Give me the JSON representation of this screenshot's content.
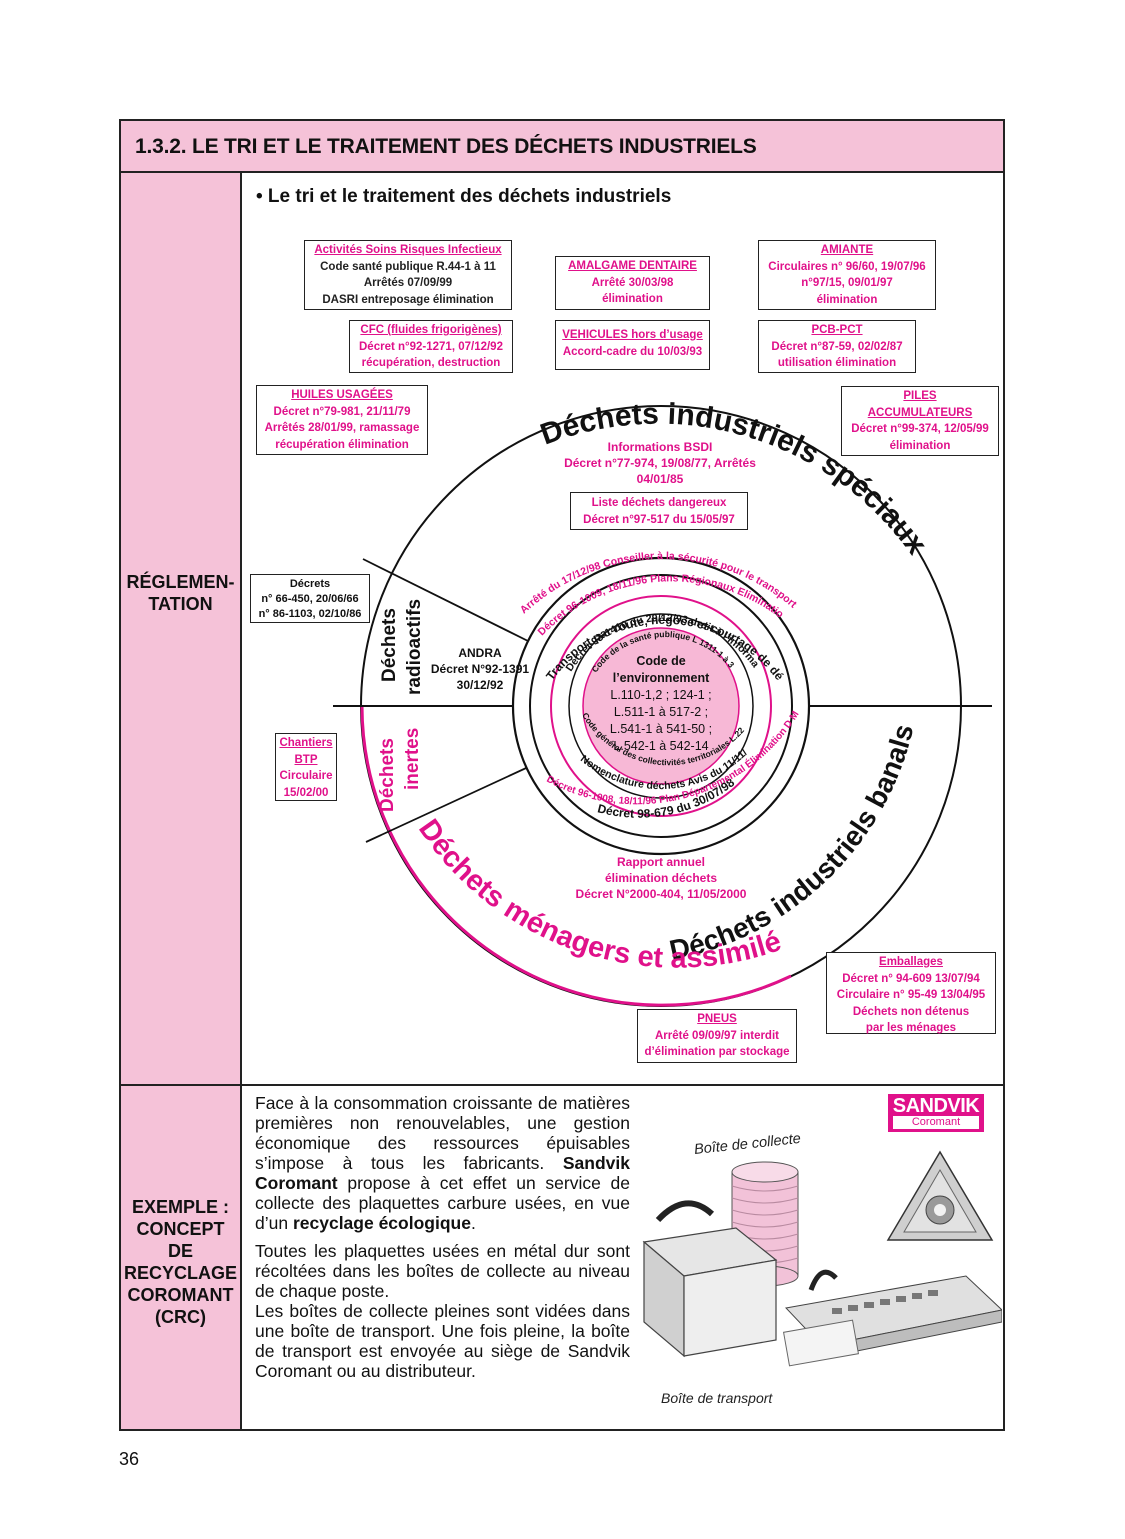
{
  "header": {
    "title": "1.3.2. LE TRI ET LE TRAITEMENT DES DÉCHETS INDUSTRIELS"
  },
  "sections": {
    "reglementation": {
      "label_1": "RÉGLEMEN-",
      "label_2": "TATION"
    },
    "exemple": {
      "label_lines": [
        "EXEMPLE :",
        "CONCEPT",
        "DE",
        "RECYCLAGE",
        "COROMANT",
        "(CRC)"
      ]
    }
  },
  "diagram": {
    "bullet_title": "• Le tri et le traitement des déchets industriels",
    "boxes": {
      "soins": {
        "title": "Activités Soins Risques Infectieux",
        "lines": [
          "Code santé publique R.44-1 à 11",
          "Arrêtés 07/09/99",
          "DASRI entreposage élimination"
        ]
      },
      "amalgame": {
        "title": "AMALGAME DENTAIRE",
        "lines": [
          "Arrêté 30/03/98",
          "élimination"
        ]
      },
      "amiante": {
        "title": "AMIANTE",
        "lines": [
          "Circulaires n° 96/60, 19/07/96",
          "n°97/15, 09/01/97",
          "élimination"
        ]
      },
      "cfc": {
        "title": "CFC (fluides frigorigènes)",
        "lines": [
          "Décret n°92-1271, 07/12/92",
          "récupération, destruction"
        ]
      },
      "vehicules": {
        "title": "VEHICULES hors d’usage",
        "lines": [
          "Accord-cadre du 10/03/93"
        ]
      },
      "pcb": {
        "title": "PCB-PCT",
        "lines": [
          "Décret n°87-59, 02/02/87",
          "utilisation élimination"
        ]
      },
      "huiles": {
        "title": "HUILES USAGÉES",
        "lines": [
          "Décret n°79-981, 21/11/79",
          "Arrêtés 28/01/99, ramassage",
          "récupération élimination"
        ]
      },
      "piles": {
        "title_1": "PILES",
        "title_2": "ACCUMULATEURS",
        "lines": [
          "Décret n°99-374, 12/05/99",
          "élimination"
        ]
      },
      "decrets": {
        "lines": [
          "Décrets",
          "n° 66-450, 20/06/66",
          "n° 86-1103, 02/10/86"
        ]
      },
      "chantiers": {
        "title_1": "Chantiers",
        "title_2": "BTP",
        "lines": [
          "Circulaire",
          "15/02/00"
        ]
      },
      "emballages": {
        "title": "Emballages",
        "lines": [
          "Décret n° 94-609 13/07/94",
          "Circulaire n° 95-49 13/04/95",
          "Déchets non détenus",
          "par les ménages"
        ]
      },
      "pneus": {
        "title": "PNEUS",
        "lines": [
          "Arrêté 09/09/97 interdit",
          "d’élimination par stockage"
        ]
      },
      "liste": {
        "lines": [
          "Liste déchets dangereux",
          "Décret n°97-517 du 15/05/97"
        ]
      }
    },
    "inner_texts": {
      "bsdi": [
        "Informations BSDI",
        "Décret n°77-974, 19/08/77, Arrêtés",
        "04/01/85"
      ],
      "andra": [
        "ANDRA",
        "Décret N°92-1391",
        "30/12/92"
      ],
      "rapport": [
        "Rapport annuel",
        "élimination déchets",
        "Décret N°2000-404, 11/05/2000"
      ],
      "center": {
        "title_1": "Code de",
        "title_2": "l’environnement",
        "lines": [
          "L.110-1,2 ; 124-1 ;",
          "L.511-1 à 517-2 ;",
          "L.541-1 à 541-50 ;",
          "L.542-1 à 542-14"
        ]
      }
    },
    "sector_labels": {
      "speciaux": "Déchets industriels spéciaux",
      "banals": "Déchets industriels banals",
      "menagers": "Déchets ménagers et assimilés",
      "radioactifs_1": "Déchets",
      "radioactifs_2": "radioactifs",
      "inertes_1": "Déchets",
      "inertes_2": "inertes"
    },
    "ring_texts": {
      "conseiller": "Arrêté du 17/12/98 Conseiller à la sécurité pour le transport",
      "plans_dis": "Décret 96-1009, 18/11/96 Plans Régionaux Elimination DIS",
      "transport": "Transport par route, négoce et courtage de déchets",
      "info": "Décret 93-1410 du 29/12/93 droit à l’information",
      "sante": "Code de la santé publique L 1311-1 à 3",
      "collectivites": "Code général des collectivités territoriales L.224-13 à 17",
      "nomenclature": "Nomenclature déchets Avis du 11/11/97",
      "decret98": "Décret 98-679 du 30/07/98",
      "plan_dma": "Décret 96-1008, 18/11/96 Plan Départemental Élimination D M A"
    }
  },
  "example": {
    "paragraphs": [
      [
        "Face à la consommation croissante de matières premières non renouvelables, une gestion économique des ressources épuisables s’impose à tous les fabricants. ",
        "Sandvik Coromant",
        " propose à cet effet un service de collecte des plaquettes carbure usées, en vue d’un ",
        "recyclage écologique",
        "."
      ],
      [
        "Toutes les plaquettes usées en métal dur sont récoltées dans les boîtes de collecte au niveau de chaque poste."
      ],
      [
        "Les boîtes de collecte pleines sont vidées dans une boîte de transport. Une fois pleine, la boîte de transport est envoyée au siège de Sandvik Coromant ou au distributeur."
      ]
    ],
    "logo_line_1": "SANDVIK",
    "logo_line_2": "Coromant",
    "caption_collecte": "Boîte de collecte",
    "caption_transport": "Boîte de transport"
  },
  "page_number": "36",
  "colors": {
    "pink_bg": "#f5c2d8",
    "magenta": "#e0118a",
    "ring_pink": "#f4a9cf"
  }
}
